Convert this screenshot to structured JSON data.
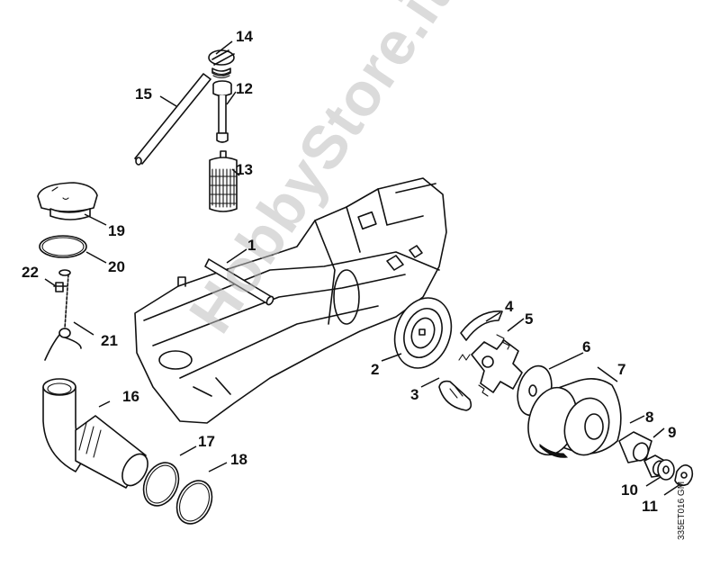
{
  "diagram": {
    "type": "exploded parts diagram",
    "subject": "Crankcase / clutch / oil tank assembly",
    "watermark": "HobbyStore.it",
    "drawing_code": "335ET016 GM",
    "parts": [
      {
        "number": "1",
        "label": "1"
      },
      {
        "number": "2",
        "label": "2"
      },
      {
        "number": "3",
        "label": "3"
      },
      {
        "number": "4",
        "label": "4"
      },
      {
        "number": "5",
        "label": "5"
      },
      {
        "number": "6",
        "label": "6"
      },
      {
        "number": "7",
        "label": "7"
      },
      {
        "number": "8",
        "label": "8"
      },
      {
        "number": "9",
        "label": "9"
      },
      {
        "number": "10",
        "label": "10"
      },
      {
        "number": "11",
        "label": "11"
      },
      {
        "number": "12",
        "label": "12"
      },
      {
        "number": "13",
        "label": "13"
      },
      {
        "number": "14",
        "label": "14"
      },
      {
        "number": "15",
        "label": "15"
      },
      {
        "number": "16",
        "label": "16"
      },
      {
        "number": "17",
        "label": "17"
      },
      {
        "number": "18",
        "label": "18"
      },
      {
        "number": "19",
        "label": "19"
      },
      {
        "number": "20",
        "label": "20"
      },
      {
        "number": "21",
        "label": "21"
      },
      {
        "number": "22",
        "label": "22"
      }
    ],
    "part_depictions": {
      "1": "dowel-pin",
      "2": "pulley-disc",
      "3": "clutch-shoe",
      "4": "clutch-shoe",
      "5": "tension-spring",
      "6": "washer",
      "7": "clutch-drum",
      "8": "needle-cage",
      "9": "sleeve",
      "10": "washer",
      "11": "nut",
      "12": "pickup-hose",
      "13": "fuel-filter",
      "14": "tank-vent",
      "15": "hose",
      "16": "elbow-fitting",
      "17": "o-ring",
      "18": "o-ring",
      "19": "filler-cap",
      "20": "o-ring",
      "21": "chain-retainer",
      "22": "screw"
    }
  }
}
